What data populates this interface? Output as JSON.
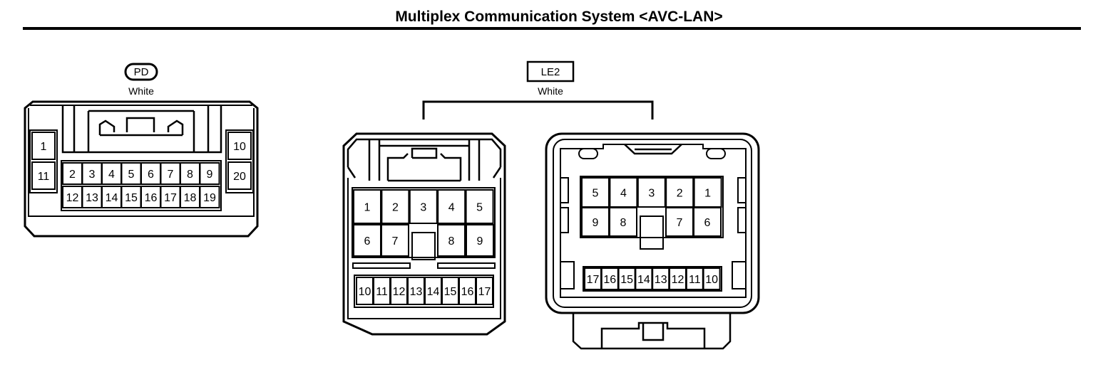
{
  "title": "Multiplex Communication System <AVC-LAN>",
  "connectors": [
    {
      "code": "PD",
      "color": "White",
      "pins_main_top": [
        "2",
        "3",
        "4",
        "5",
        "6",
        "7",
        "8",
        "9"
      ],
      "pins_main_bottom": [
        "12",
        "13",
        "14",
        "15",
        "16",
        "17",
        "18",
        "19"
      ],
      "pins_left": [
        "1",
        "11"
      ],
      "pins_right": [
        "10",
        "20"
      ]
    },
    {
      "code": "LE2",
      "color": "White",
      "plug": {
        "pins_top": [
          "1",
          "2",
          "3",
          "4",
          "5"
        ],
        "pins_mid": [
          "6",
          "7",
          "8",
          "9"
        ],
        "pins_bottom": [
          "10",
          "11",
          "12",
          "13",
          "14",
          "15",
          "16",
          "17"
        ]
      },
      "socket": {
        "pins_top": [
          "5",
          "4",
          "3",
          "2",
          "1"
        ],
        "pins_mid": [
          "9",
          "8",
          "7",
          "6"
        ],
        "pins_bottom": [
          "17",
          "16",
          "15",
          "14",
          "13",
          "12",
          "11",
          "10"
        ]
      }
    }
  ]
}
